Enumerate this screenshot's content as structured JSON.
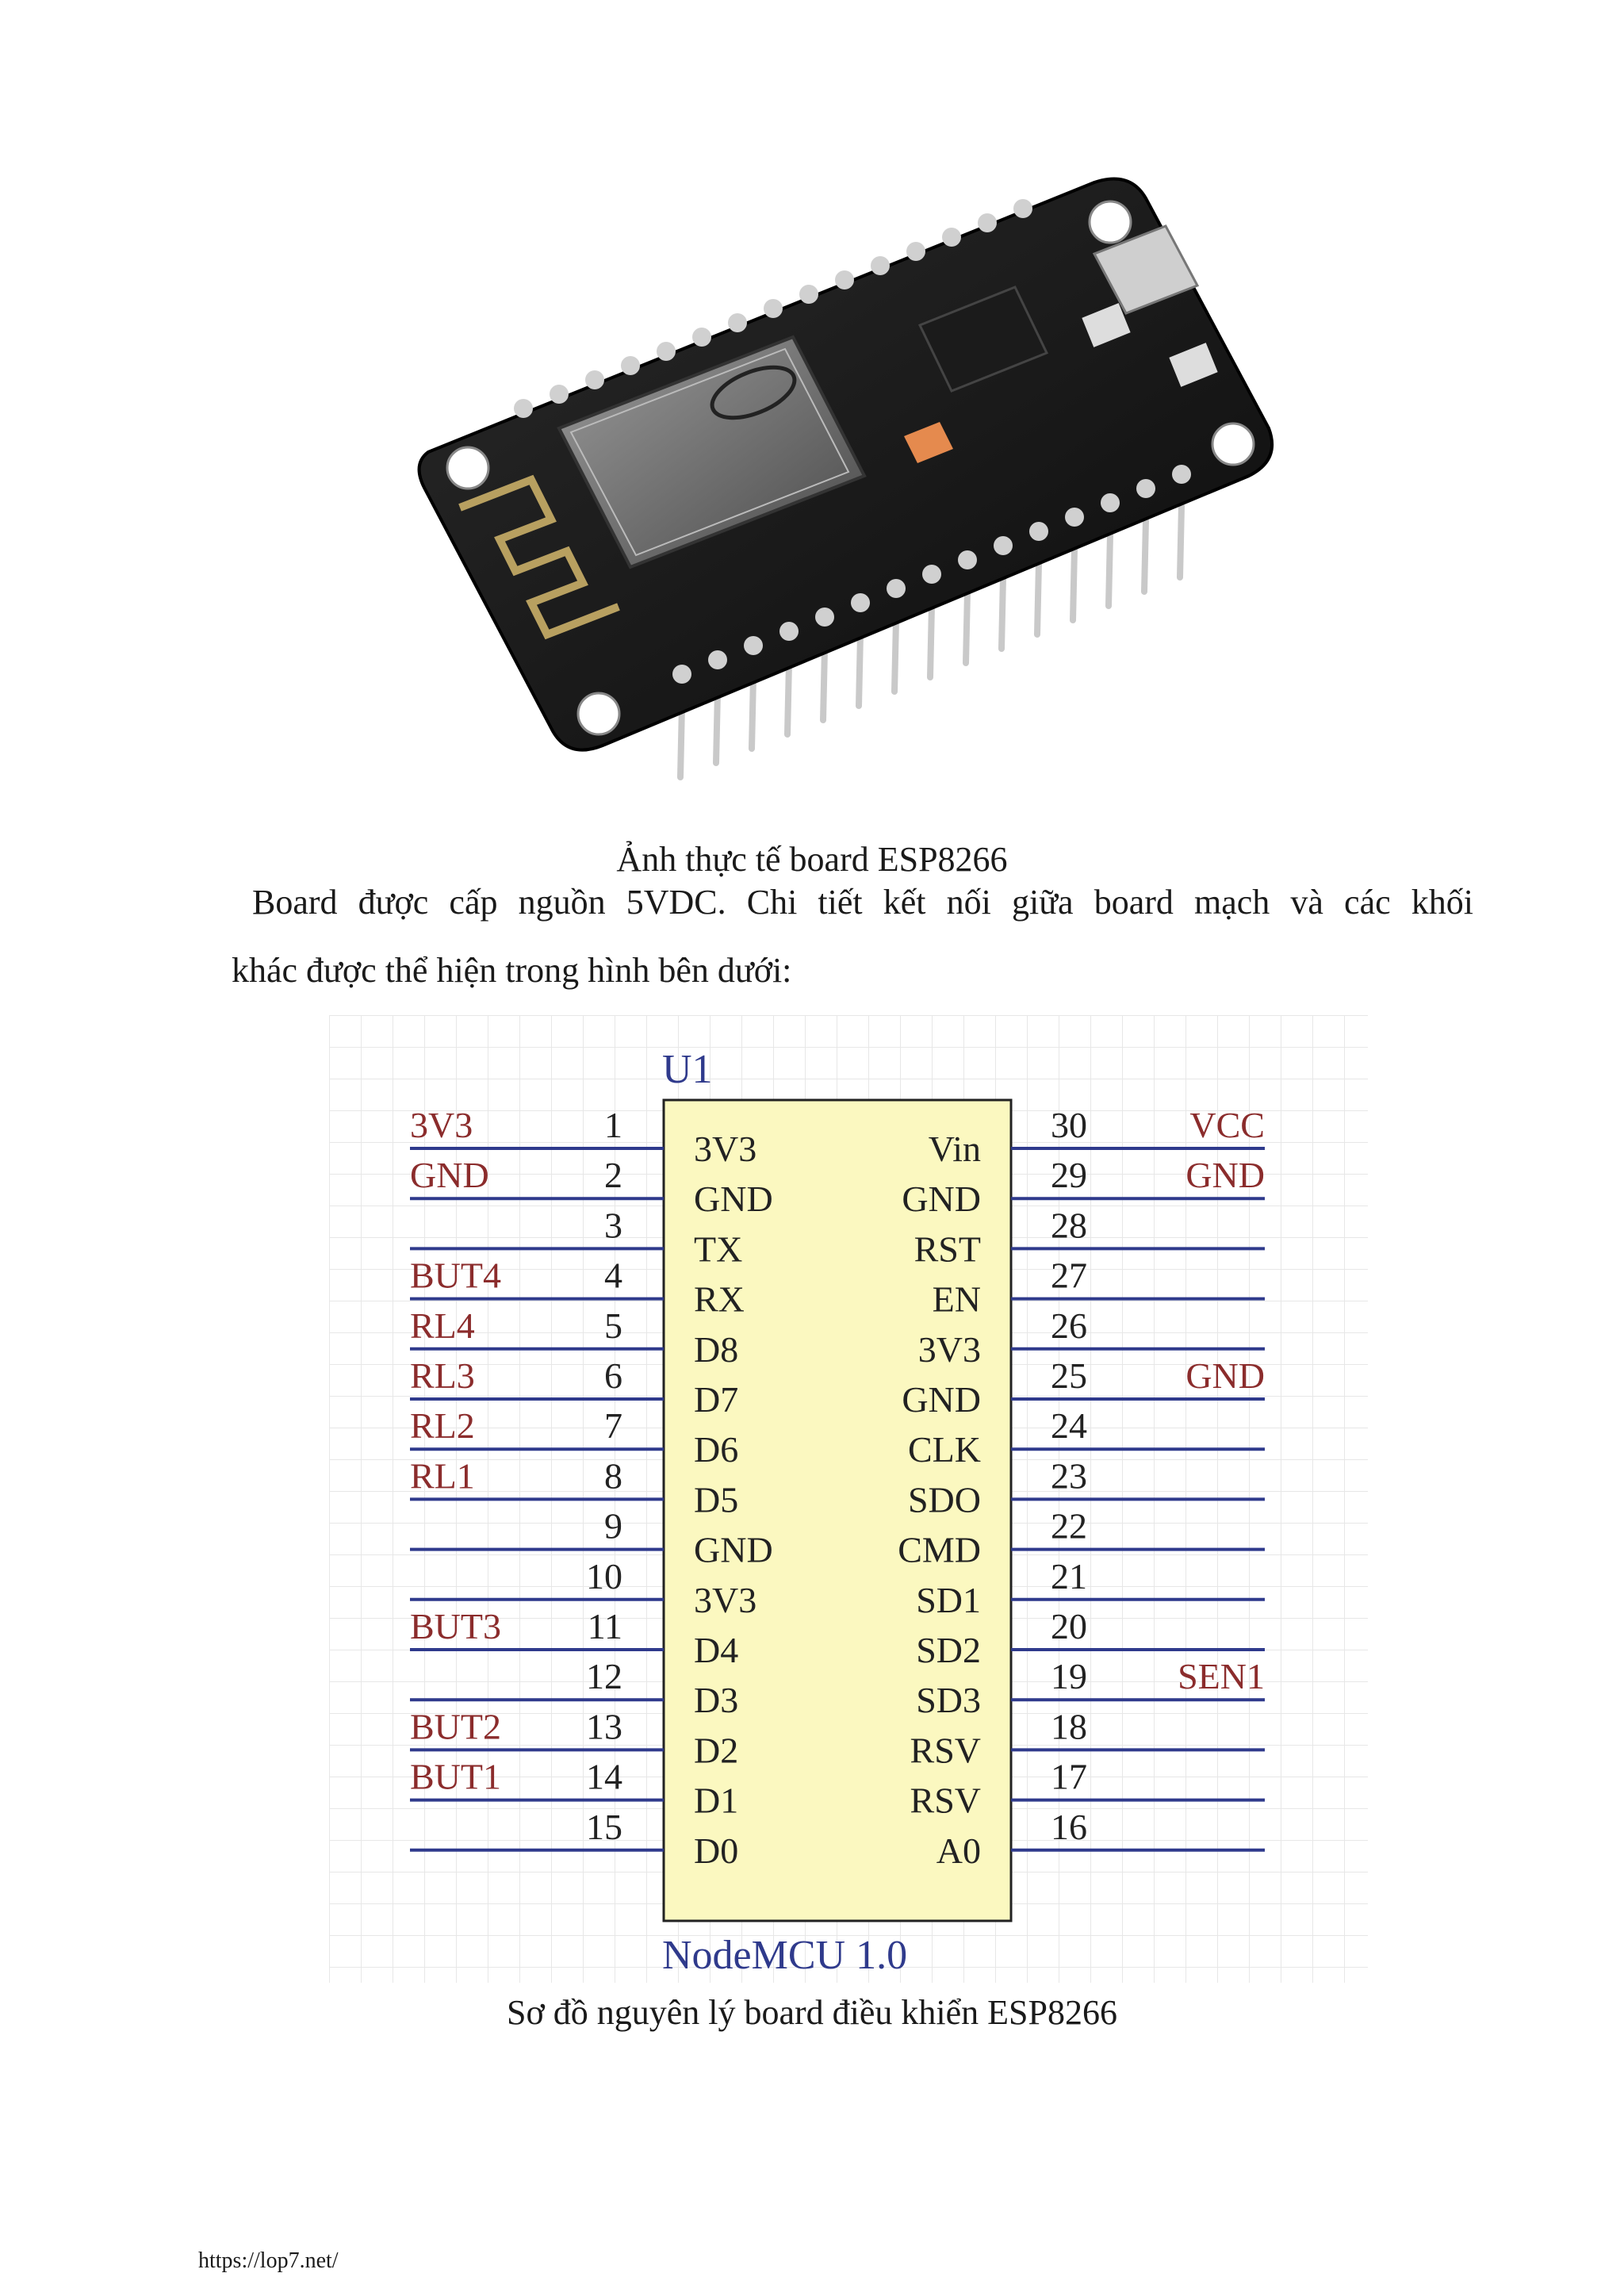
{
  "photo_caption": "Ảnh thực tế board ESP8266",
  "paragraph": {
    "line1": "Board được cấp nguồn 5VDC. Chi tiết kết nối giữa board mạch và các khối",
    "line2": "khác được thể hiện trong hình bên dưới:"
  },
  "schematic": {
    "designator": "U1",
    "part_name": "NodeMCU 1.0",
    "left_pins": [
      {
        "num": "1",
        "pin": "3V3",
        "net": "3V3"
      },
      {
        "num": "2",
        "pin": "GND",
        "net": "GND"
      },
      {
        "num": "3",
        "pin": "TX",
        "net": ""
      },
      {
        "num": "4",
        "pin": "RX",
        "net": "BUT4"
      },
      {
        "num": "5",
        "pin": "D8",
        "net": "RL4"
      },
      {
        "num": "6",
        "pin": "D7",
        "net": "RL3"
      },
      {
        "num": "7",
        "pin": "D6",
        "net": "RL2"
      },
      {
        "num": "8",
        "pin": "D5",
        "net": "RL1"
      },
      {
        "num": "9",
        "pin": "GND",
        "net": ""
      },
      {
        "num": "10",
        "pin": "3V3",
        "net": ""
      },
      {
        "num": "11",
        "pin": "D4",
        "net": "BUT3"
      },
      {
        "num": "12",
        "pin": "D3",
        "net": ""
      },
      {
        "num": "13",
        "pin": "D2",
        "net": "BUT2"
      },
      {
        "num": "14",
        "pin": "D1",
        "net": "BUT1"
      },
      {
        "num": "15",
        "pin": "D0",
        "net": ""
      }
    ],
    "right_pins": [
      {
        "num": "30",
        "pin": "Vin",
        "net": "VCC"
      },
      {
        "num": "29",
        "pin": "GND",
        "net": "GND"
      },
      {
        "num": "28",
        "pin": "RST",
        "net": ""
      },
      {
        "num": "27",
        "pin": "EN",
        "net": ""
      },
      {
        "num": "26",
        "pin": "3V3",
        "net": ""
      },
      {
        "num": "25",
        "pin": "GND",
        "net": "GND"
      },
      {
        "num": "24",
        "pin": "CLK",
        "net": ""
      },
      {
        "num": "23",
        "pin": "SDO",
        "net": ""
      },
      {
        "num": "22",
        "pin": "CMD",
        "net": ""
      },
      {
        "num": "21",
        "pin": "SD1",
        "net": ""
      },
      {
        "num": "20",
        "pin": "SD2",
        "net": ""
      },
      {
        "num": "19",
        "pin": "SD3",
        "net": "SEN1"
      },
      {
        "num": "18",
        "pin": "RSV",
        "net": ""
      },
      {
        "num": "17",
        "pin": "RSV",
        "net": ""
      },
      {
        "num": "16",
        "pin": "A0",
        "net": ""
      }
    ]
  },
  "schematic_caption": "Sơ đồ nguyên lý board điều khiển ESP8266",
  "footer_url": "https://lop7.net/",
  "colors": {
    "pin_line": "#2f3a8c",
    "net_label": "#8b2c2c",
    "chip_fill": "#fbf8c0",
    "grid": "#e7e7e7",
    "pcb": "#141414"
  }
}
